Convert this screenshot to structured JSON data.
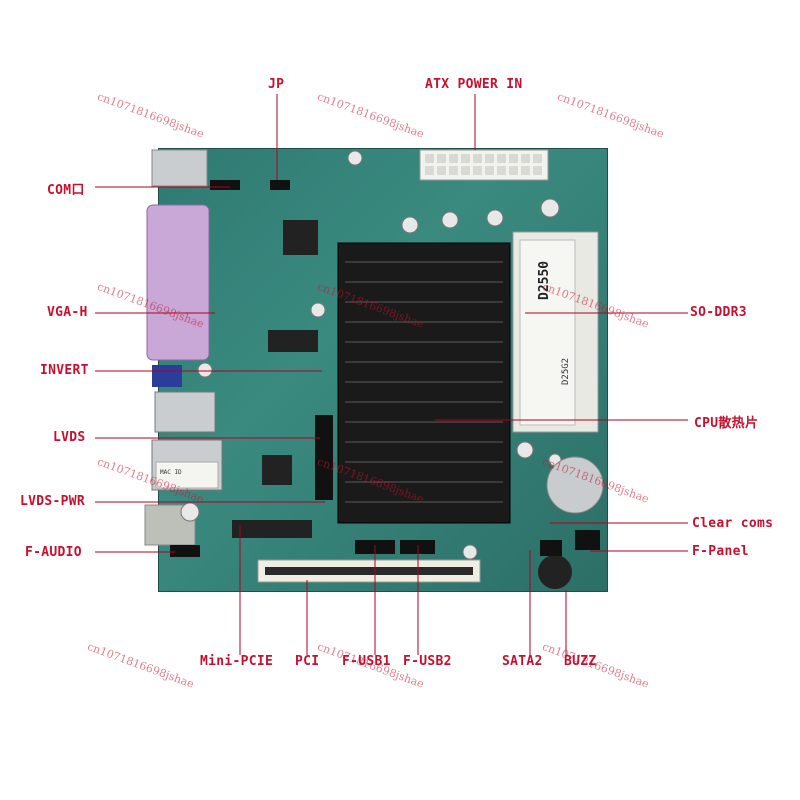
{
  "labels": {
    "jp": "JP",
    "atx_power_in": "ATX POWER IN",
    "com": "COM口",
    "vga_h": "VGA-H",
    "so_ddr3": "SO-DDR3",
    "invert": "INVERT",
    "lvds": "LVDS",
    "cpu_heatsink": "CPU散热片",
    "lvds_pwr": "LVDS-PWR",
    "clear_coms": "Clear coms",
    "f_audio": "F-AUDIO",
    "f_panel": "F-Panel",
    "mini_pcie": "Mini-PCIE",
    "pci": "PCI",
    "f_usb1": "F-USB1",
    "f_usb2": "F-USB2",
    "sata2": "SATA2",
    "buzz": "BUZZ"
  },
  "chip_markings": {
    "cpu_model": "D2550",
    "cpu_batch": "D25G2",
    "mac_id": "MAC ID"
  },
  "watermark": "cn1071816698jshae",
  "colors": {
    "label_red": "#c8102e",
    "pcb_green": "#2f7a72",
    "heatsink_black": "#1a1a1a"
  }
}
